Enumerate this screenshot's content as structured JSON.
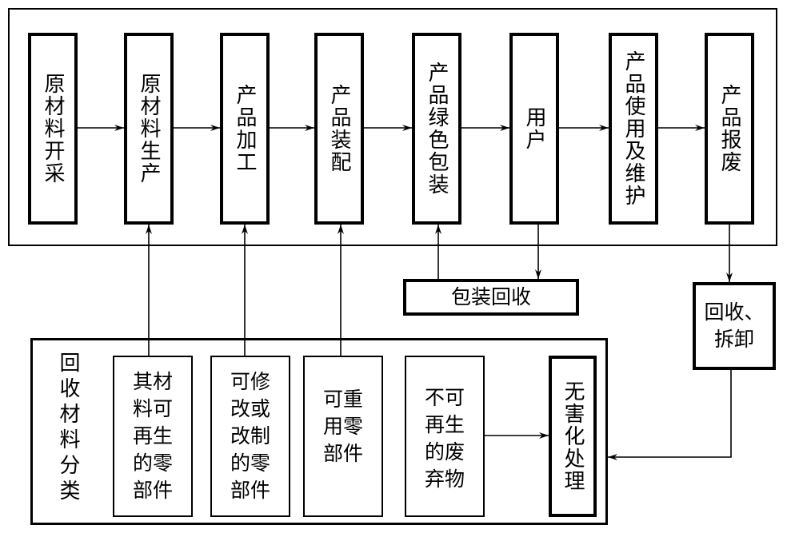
{
  "flow": [
    {
      "id": "n1",
      "label": "原材料开采"
    },
    {
      "id": "n2",
      "label": "原材料生产"
    },
    {
      "id": "n3",
      "label": "产品加工"
    },
    {
      "id": "n4",
      "label": "产品装配"
    },
    {
      "id": "n5",
      "label": "产品绿色包装"
    },
    {
      "id": "n6",
      "label": "用户"
    },
    {
      "id": "n7",
      "label": "产品使用及维护"
    },
    {
      "id": "n8",
      "label": "产品报废"
    }
  ],
  "packaging_recycle": "包装回收",
  "recycle_disassemble_line1": "回收、",
  "recycle_disassemble_line2": "拆卸",
  "classification_label": "回收材料分类",
  "categories": {
    "c1_lines": [
      "其材",
      "料可",
      "再生",
      "的零",
      "部件"
    ],
    "c2_lines": [
      "可修",
      "改或",
      "改制",
      "的零",
      "部件"
    ],
    "c3_lines": [
      "可重",
      "用零",
      "部件"
    ],
    "c4_lines": [
      "不可",
      "再生",
      "的废",
      "弃物"
    ]
  },
  "harmless": "无害化处理"
}
